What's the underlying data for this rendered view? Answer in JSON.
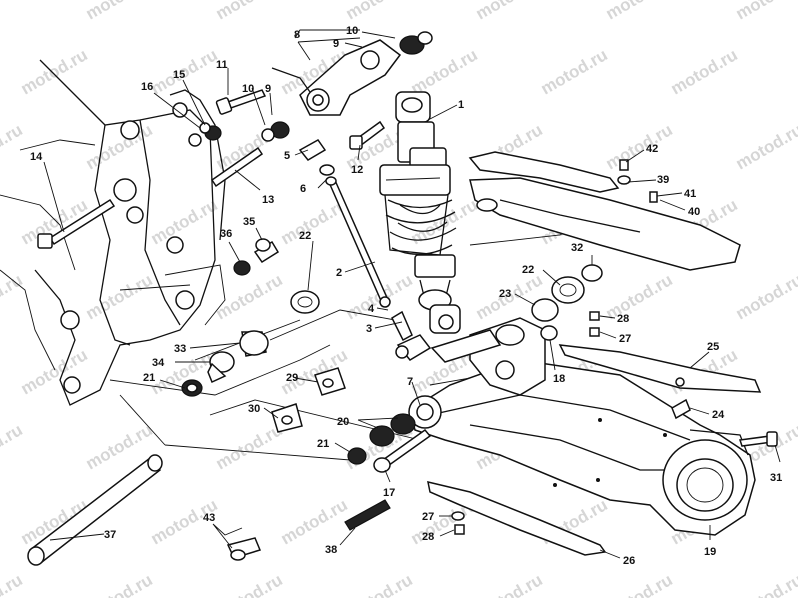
{
  "watermark": {
    "text": "motod.ru",
    "color": "#d6d6d6"
  },
  "callouts": {
    "c1": "1",
    "c2": "2",
    "c3": "3",
    "c4": "4",
    "c5": "5",
    "c6": "6",
    "c7": "7",
    "c8": "8",
    "c9a": "9",
    "c9b": "9",
    "c10a": "10",
    "c10b": "10",
    "c11": "11",
    "c12": "12",
    "c13": "13",
    "c14": "14",
    "c15": "15",
    "c16": "16",
    "c17": "17",
    "c18": "18",
    "c19": "19",
    "c20": "20",
    "c21a": "21",
    "c21b": "21",
    "c22a": "22",
    "c22b": "22",
    "c23": "23",
    "c24": "24",
    "c25": "25",
    "c26": "26",
    "c27a": "27",
    "c27b": "27",
    "c28a": "28",
    "c28b": "28",
    "c29": "29",
    "c30": "30",
    "c31": "31",
    "c32": "32",
    "c33": "33",
    "c34": "34",
    "c35": "35",
    "c36": "36",
    "c37": "37",
    "c38": "38",
    "c39": "39",
    "c40": "40",
    "c41": "41",
    "c42": "42",
    "c43": "43"
  }
}
